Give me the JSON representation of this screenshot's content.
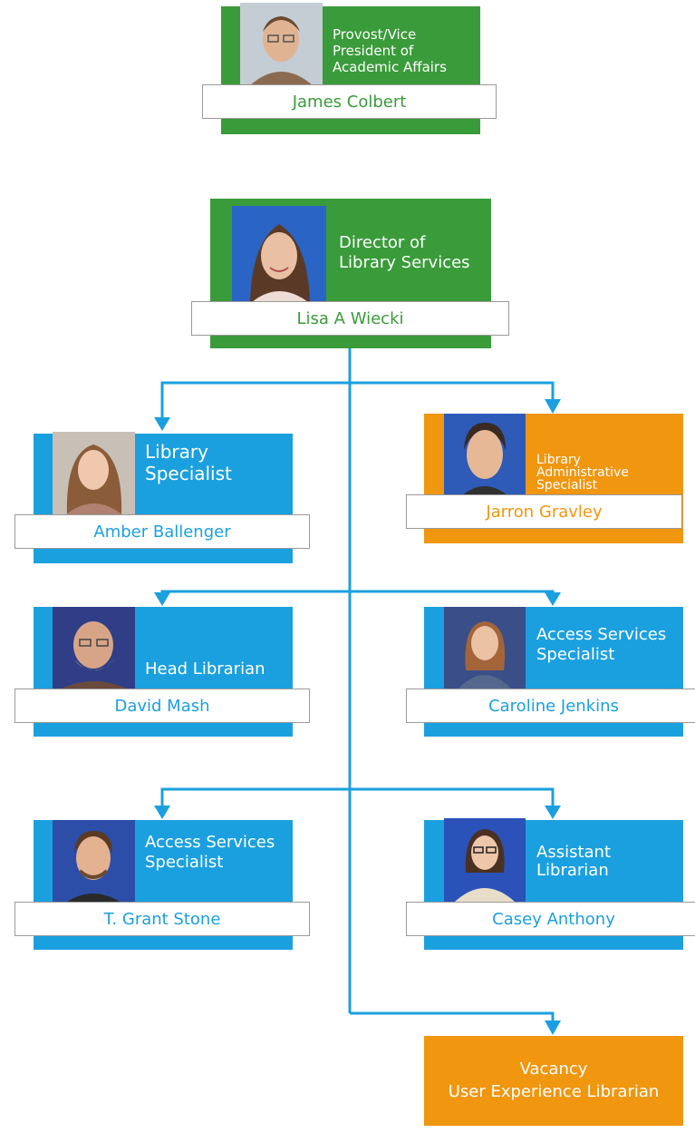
{
  "colors": {
    "green": "#3a9b3a",
    "blue": "#1ba0df",
    "orange": "#f0960f",
    "connector": "#1ba0df"
  },
  "provost": {
    "title": "Provost/Vice President of Academic Affairs",
    "name": "James Colbert",
    "photo_icon": "person-photo"
  },
  "director": {
    "title": "Director of Library Services",
    "name": "Lisa A Wiecki",
    "photo_icon": "person-photo"
  },
  "staff": [
    {
      "title": "Library Specialist",
      "name": "Amber Ballenger"
    },
    {
      "title": "Library Administrative Specialist",
      "name": "Jarron Gravley"
    },
    {
      "title": "Head Librarian",
      "name": "David Mash"
    },
    {
      "title": "Access Services Specialist",
      "name": "Caroline Jenkins"
    },
    {
      "title": "Access Services Specialist",
      "name": "T. Grant Stone"
    },
    {
      "title": "Assistant Librarian",
      "name": "Casey Anthony"
    }
  ],
  "vacancy": {
    "line1": "Vacancy",
    "line2": "User Experience Librarian"
  }
}
